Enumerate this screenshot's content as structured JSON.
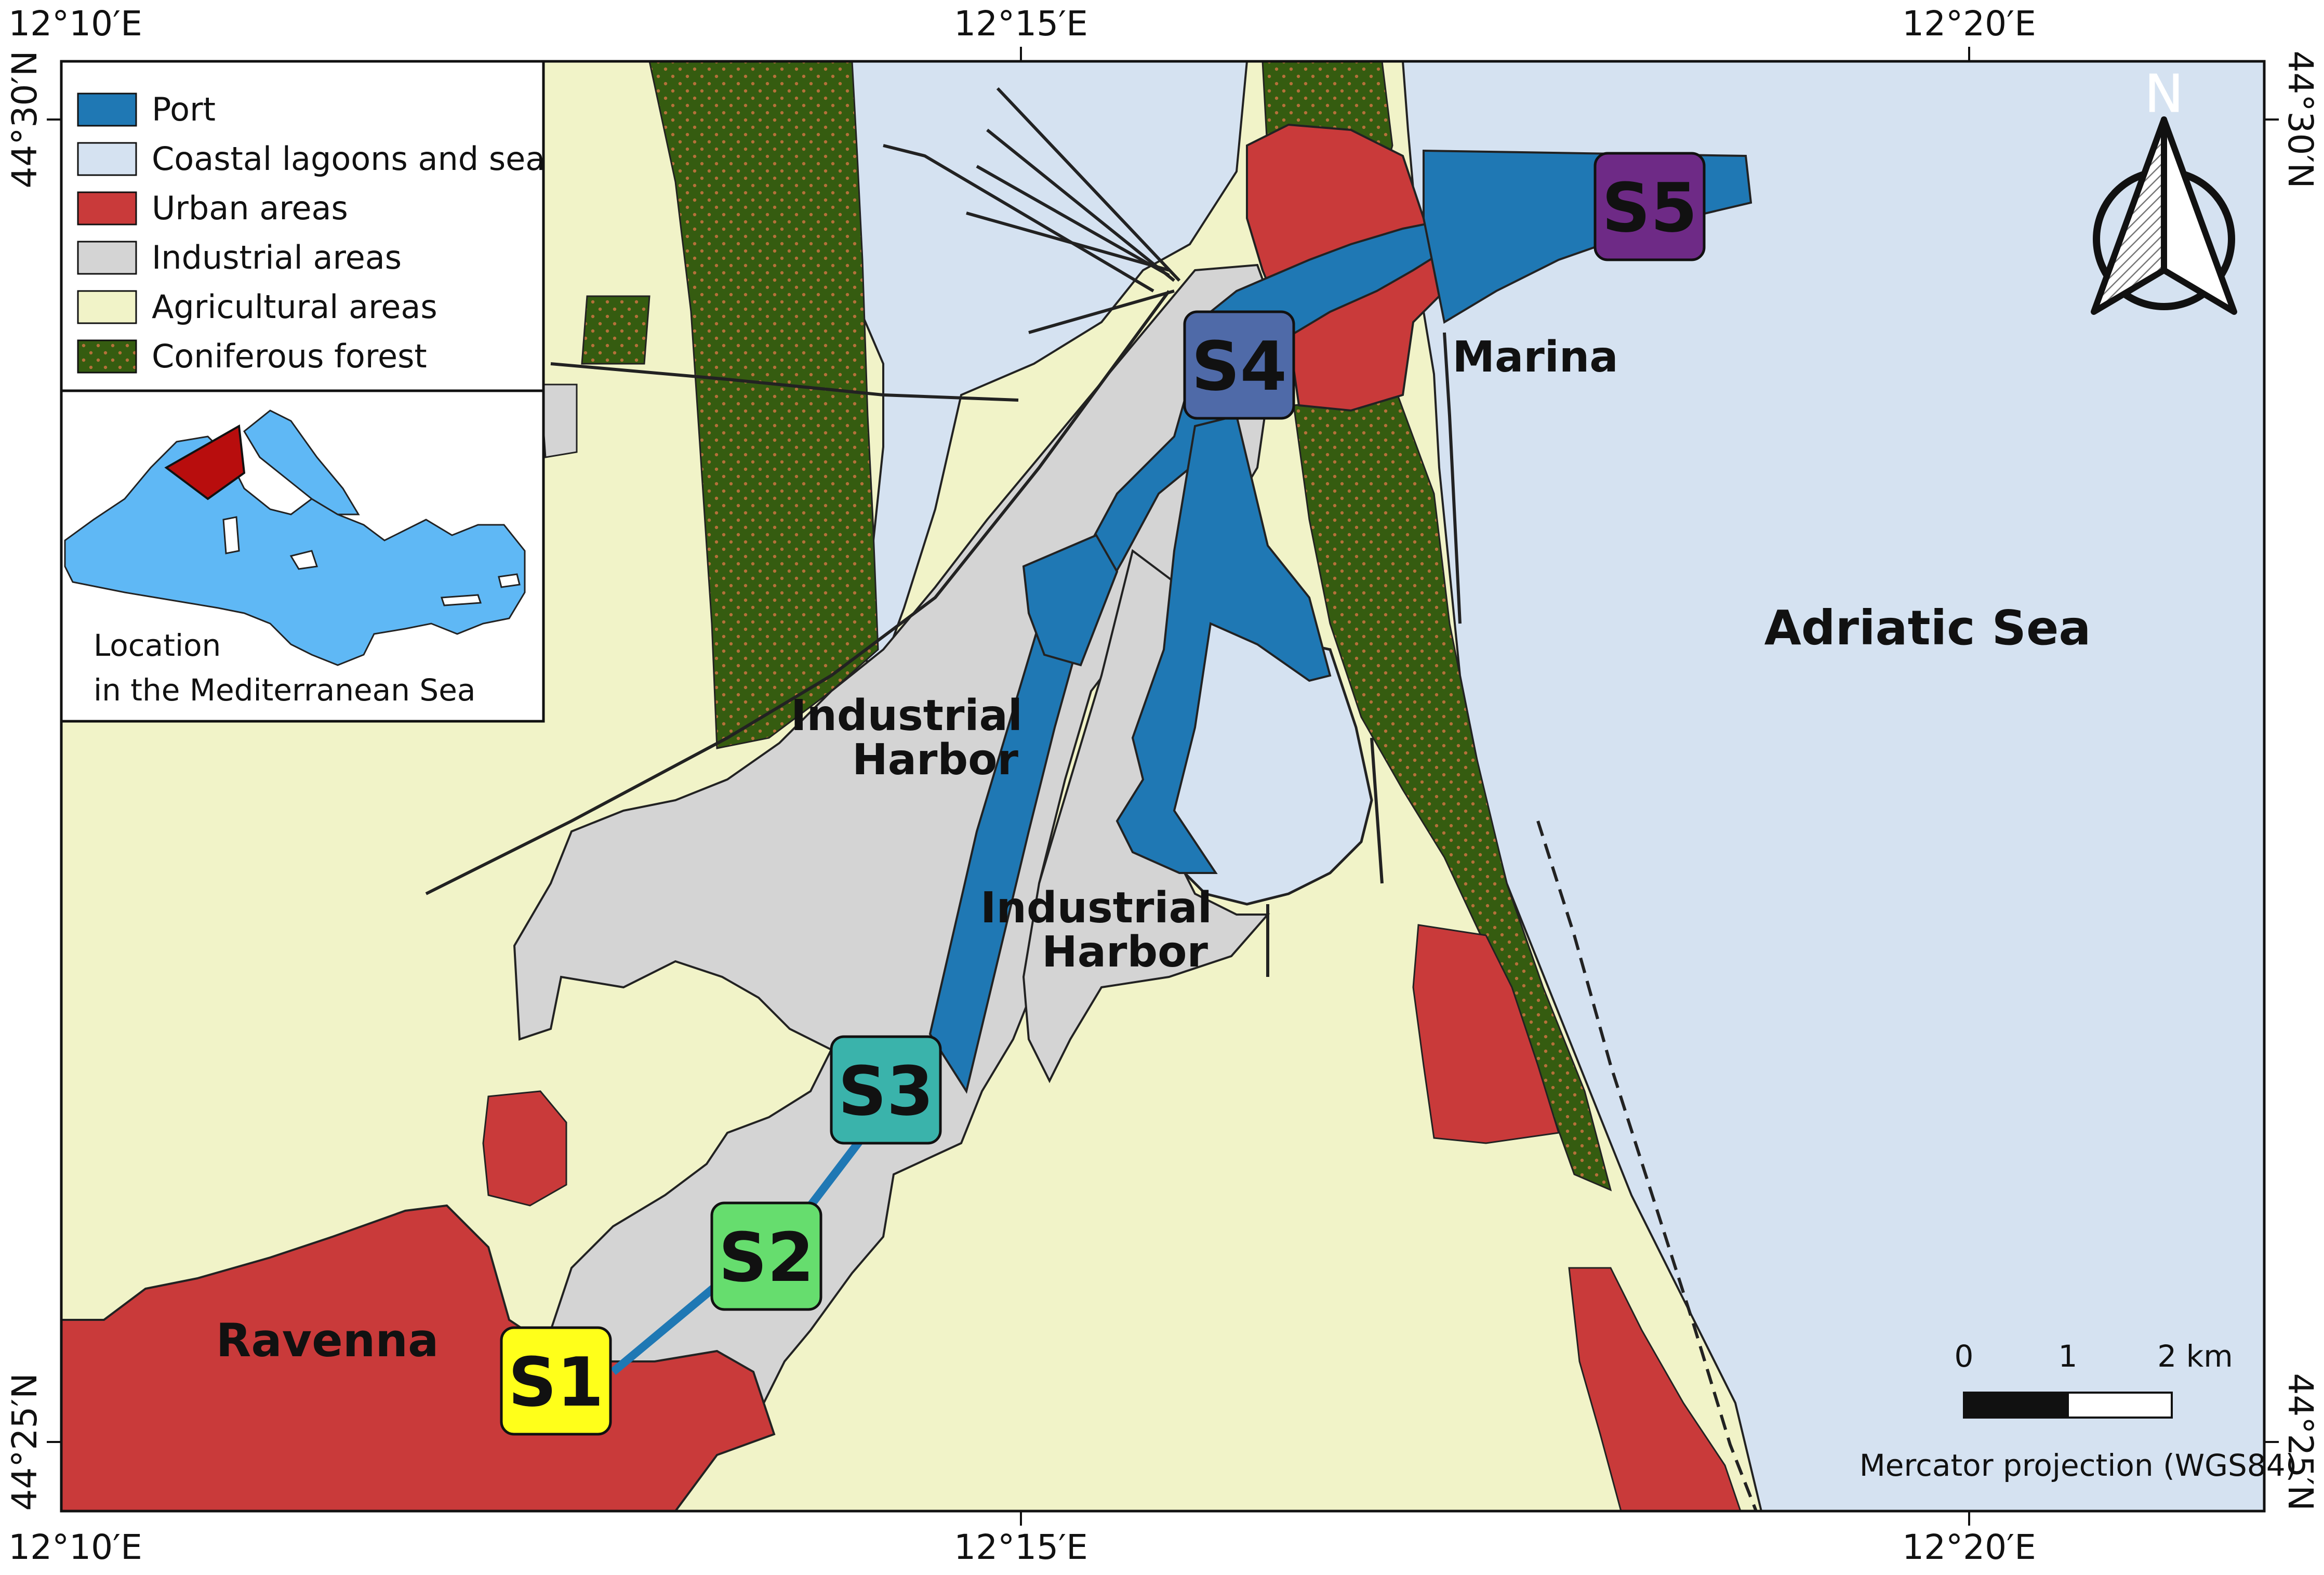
{
  "map": {
    "coords": {
      "lon_top": [
        "12°10′E",
        "12°15′E",
        "12°20′E"
      ],
      "lon_bottom": [
        "12°10′E",
        "12°15′E",
        "12°20′E"
      ],
      "lat_left": [
        "44°30′N",
        "44°25′N"
      ],
      "lat_right": [
        "44°30′N",
        "44°25′N"
      ]
    },
    "places": {
      "adriatic": "Adriatic Sea",
      "ravenna": "Ravenna",
      "marina": "Marina",
      "industrial_1_line1": "Industrial",
      "industrial_1_line2": "Harbor",
      "industrial_2_line1": "Industrial",
      "industrial_2_line2": "Harbor"
    },
    "sites": [
      {
        "label": "S1",
        "color": "#ffff1a"
      },
      {
        "label": "S2",
        "color": "#66dd6e"
      },
      {
        "label": "S3",
        "color": "#3ab3ab"
      },
      {
        "label": "S4",
        "color": "#4f6aa8"
      },
      {
        "label": "S5",
        "color": "#6e2a86"
      }
    ],
    "legend": [
      {
        "label": "Port",
        "color": "#1f78b4"
      },
      {
        "label": "Coastal lagoons and sea",
        "color": "#d5e2f1"
      },
      {
        "label": "Urban areas",
        "color": "#c93a3a"
      },
      {
        "label": "Industrial areas",
        "color": "#d4d4d4"
      },
      {
        "label": "Agricultural areas",
        "color": "#f1f3c8"
      },
      {
        "label": "Coniferous forest",
        "color": "#355c10"
      }
    ],
    "inset": {
      "line1": "Location",
      "line2": "in the Mediterranean Sea",
      "sea_color": "#5fb8f5"
    },
    "scale": {
      "ticks": [
        "0",
        "1",
        "2 km"
      ],
      "projection": "Mercator projection (WGS84)"
    },
    "north_label": "N"
  }
}
